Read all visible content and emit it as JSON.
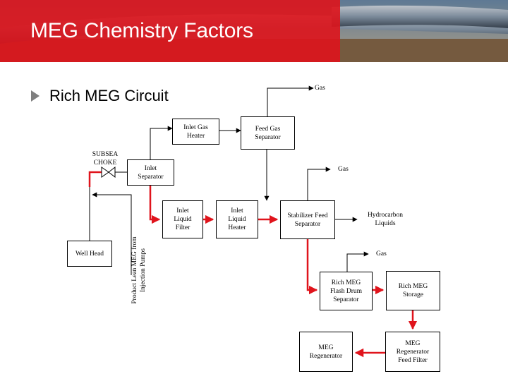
{
  "slide": {
    "title": "MEG Chemistry Factors",
    "bullet": "Rich MEG Circuit"
  },
  "diagram": {
    "nodes": {
      "inlet_gas_heater": "Inlet Gas\nHeater",
      "feed_gas_separator": "Feed Gas\nSeparator",
      "inlet_separator": "Inlet\nSeparator",
      "inlet_liquid_filter": "Inlet\nLiquid\nFilter",
      "inlet_liquid_heater": "Inlet\nLiquid\nHeater",
      "stabilizer_feed_separator": "Stabilizer Feed\nSeparator",
      "well_head": "Well Head",
      "rich_meg_flash_drum_separator": "Rich MEG\nFlash Drum\nSeparator",
      "rich_meg_storage": "Rich MEG\nStorage",
      "meg_regenerator_feed_filter": "MEG\nRegenerator\nFeed Filter",
      "meg_regenerator": "MEG\nRegenerator"
    },
    "labels": {
      "gas_top": "Gas",
      "gas_stabilizer": "Gas",
      "gas_flash": "Gas",
      "hydrocarbon_liquids": "Hydrocarbon\nLiquids",
      "subsea_choke": "SUBSEA\nCHOKE",
      "product_lean_meg": "Product Lean MEG from\nInjection Pumps"
    },
    "colors": {
      "rich_meg_flow": "#e0141c",
      "gas_flow": "#000000",
      "banner_red": "#e0141c"
    }
  }
}
